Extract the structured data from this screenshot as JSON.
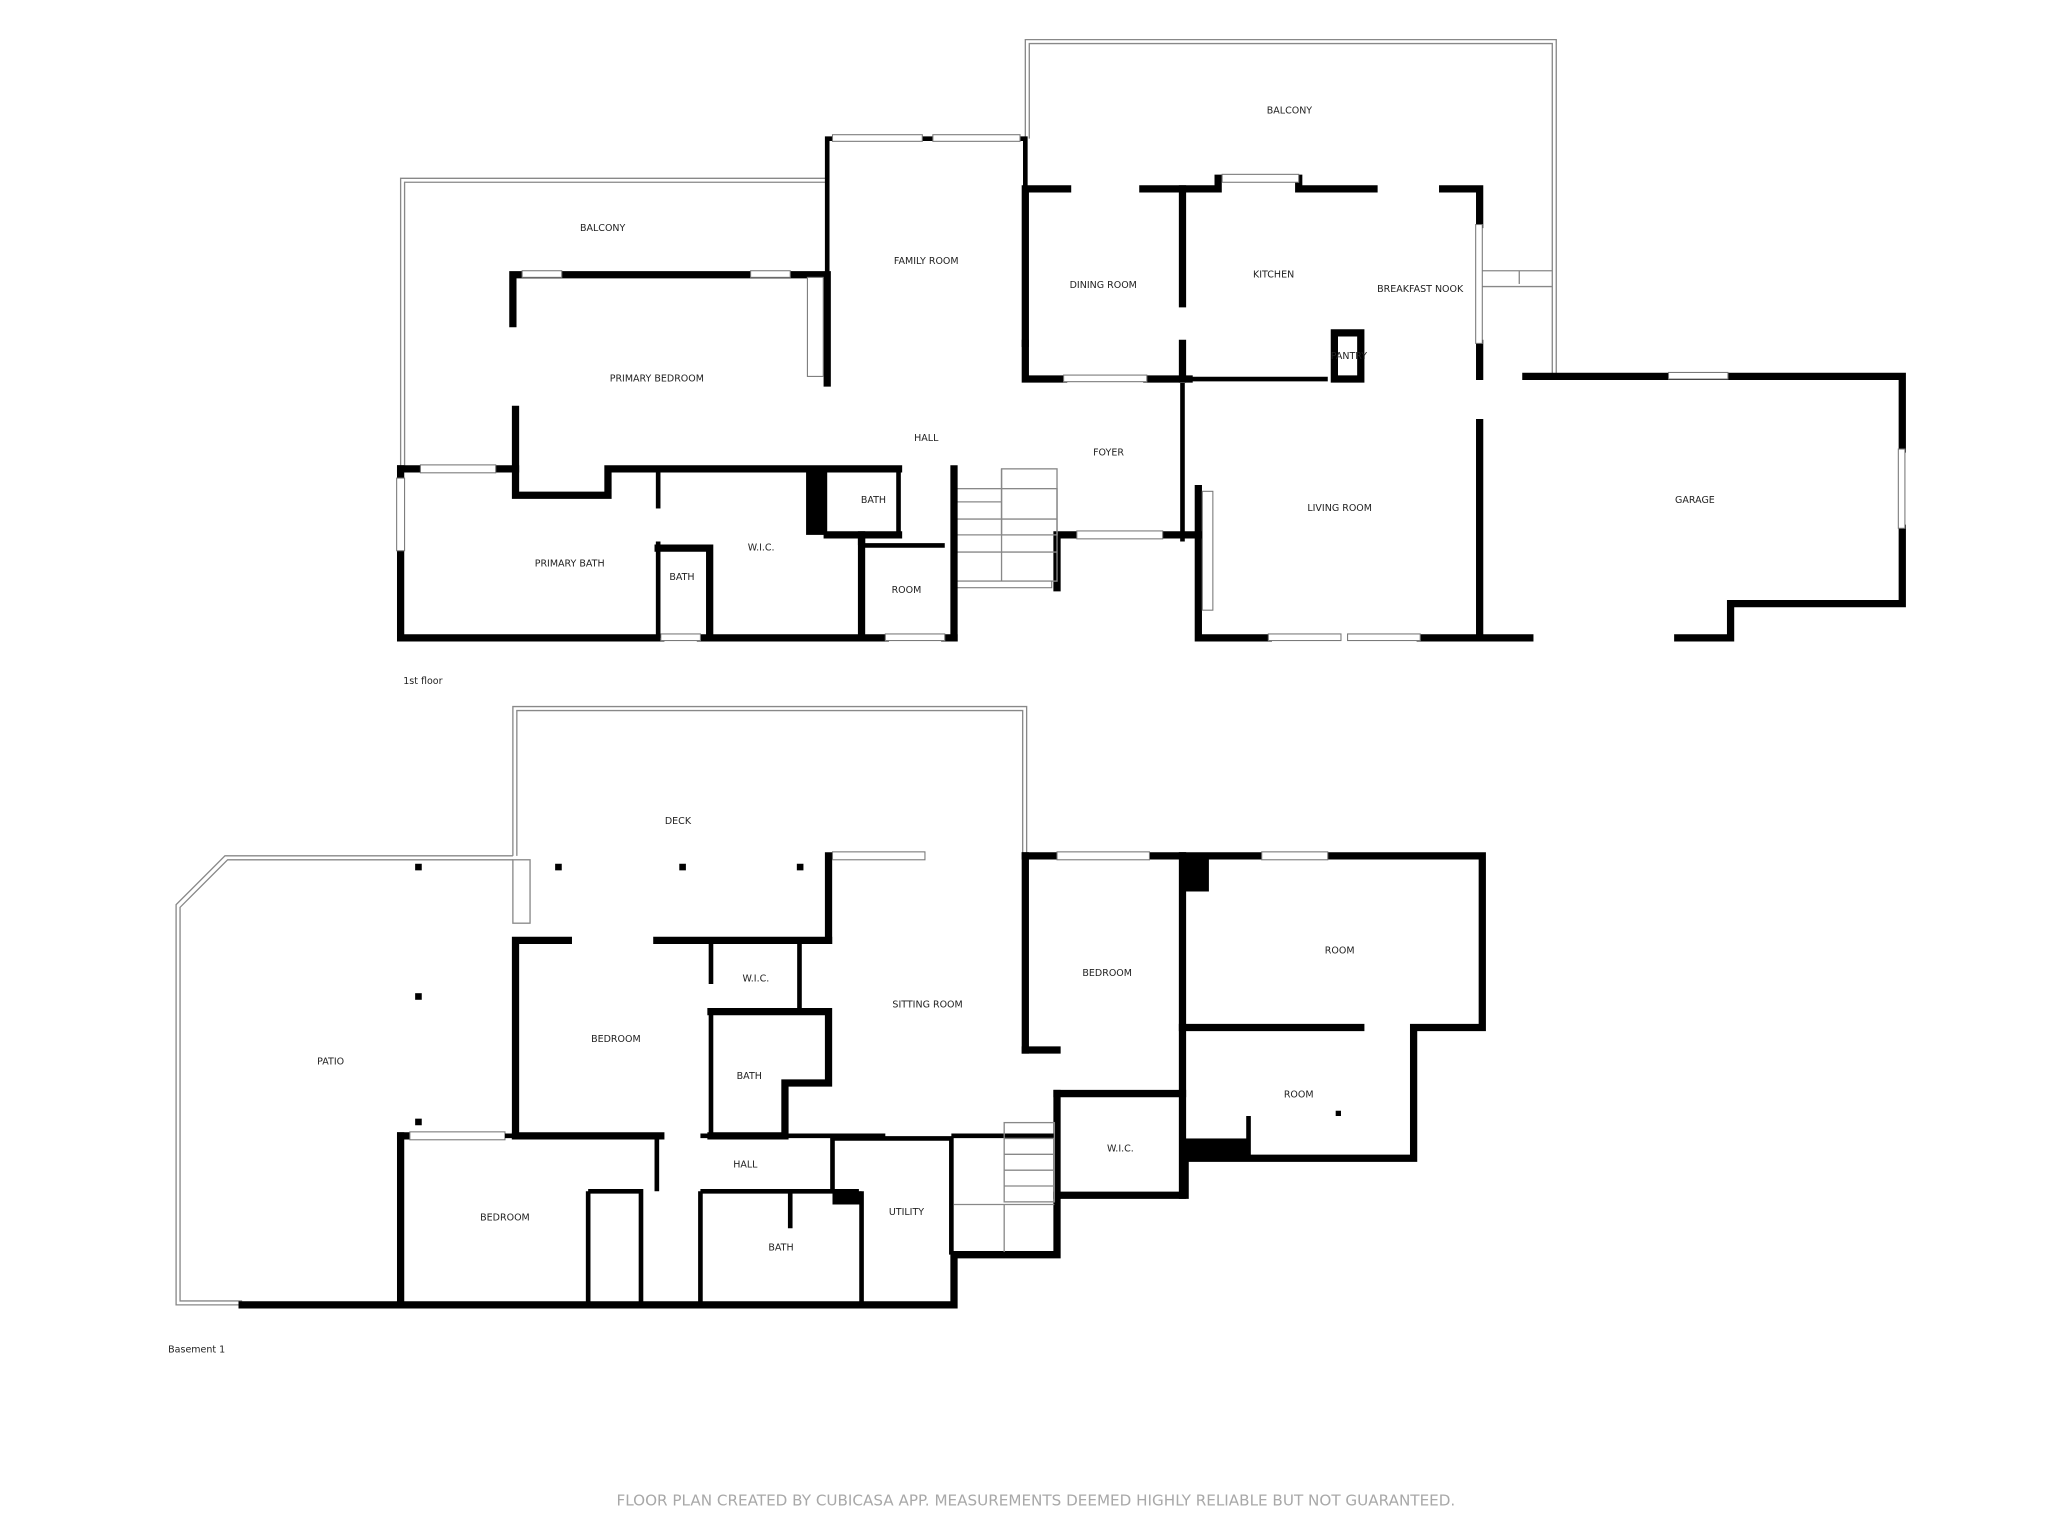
{
  "floors": [
    {
      "name": "1st floor",
      "rooms": [
        "BALCONY",
        "BALCONY",
        "FAMILY ROOM",
        "DINING ROOM",
        "KITCHEN",
        "BREAKFAST NOOK",
        "PANTRY",
        "PRIMARY BEDROOM",
        "HALL",
        "FOYER",
        "LIVING ROOM",
        "GARAGE",
        "BATH",
        "W.I.C.",
        "PRIMARY BATH",
        "BATH",
        "ROOM"
      ]
    },
    {
      "name": "Basement 1",
      "rooms": [
        "DECK",
        "PATIO",
        "BEDROOM",
        "W.I.C.",
        "SITTING ROOM",
        "BATH",
        "BEDROOM",
        "ROOM",
        "ROOM",
        "W.I.C.",
        "HALL",
        "BEDROOM",
        "BATH",
        "UTILITY"
      ]
    }
  ],
  "footer": "FLOOR PLAN CREATED BY CUBICASA APP. MEASUREMENTS DEEMED HIGHLY RELIABLE BUT NOT GUARANTEED.",
  "colors": {
    "wall": "#000000",
    "footer_text": "#a8a8a8",
    "background": "#ffffff"
  }
}
